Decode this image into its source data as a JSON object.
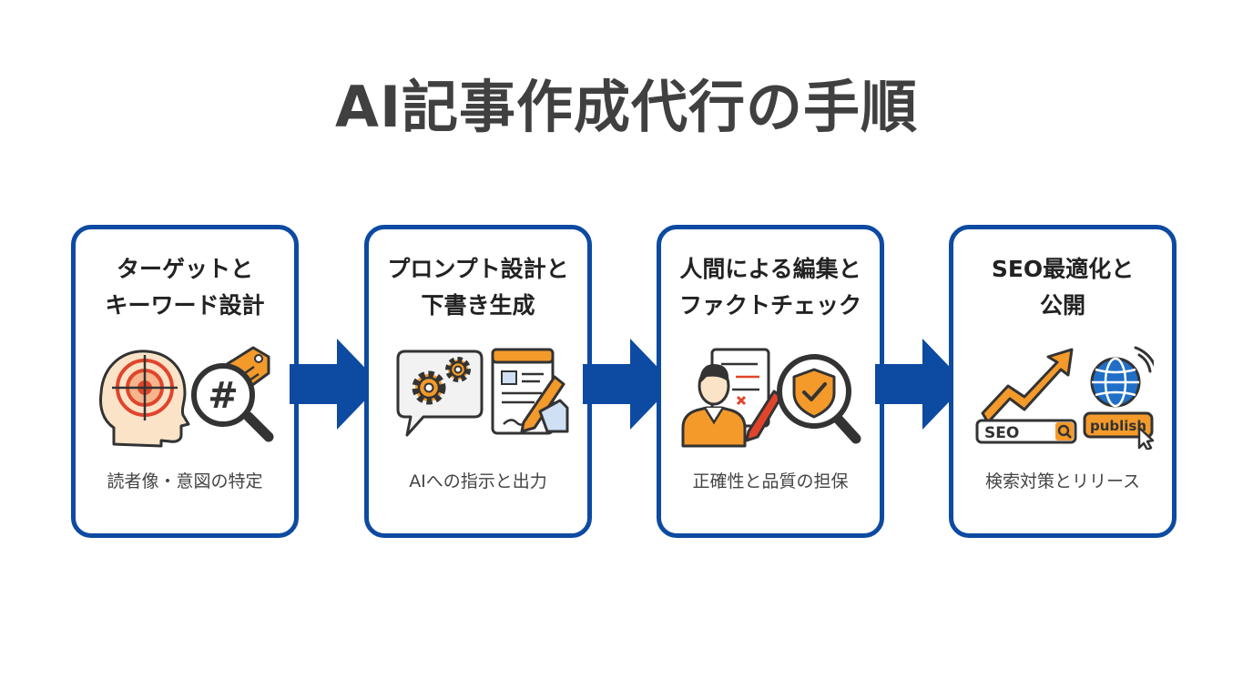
{
  "title": "AI記事作成代行の手順",
  "steps": [
    {
      "title_line1": "ターゲットと",
      "title_line2": "キーワード設計",
      "desc": "読者像・意図の特定"
    },
    {
      "title_line1": "プロンプト設計と",
      "title_line2": "下書き生成",
      "desc": "AIへの指示と出力"
    },
    {
      "title_line1": "人間による編集と",
      "title_line2": "ファクトチェック",
      "desc": "正確性と品質の担保"
    },
    {
      "title_line1": "SEO最適化と",
      "title_line2": "公開",
      "desc": "検索対策とリリース"
    }
  ],
  "icons": {
    "step1": [
      "head-target-icon",
      "hashtag-magnifier-icon"
    ],
    "step2": [
      "gear-speech-bubble-icon",
      "document-pen-icon"
    ],
    "step3": [
      "person-document-icon",
      "shield-check-magnifier-icon"
    ],
    "step4": [
      "growth-arrow-icon",
      "globe-icon",
      "search-bar-icon",
      "cursor-icon"
    ]
  },
  "labels": {
    "seo_bar": "SEO",
    "publish_button": "publish"
  },
  "colors": {
    "border": "#0d4aa1",
    "arrow": "#0d4aa1",
    "accent_orange": "#f39a2b",
    "accent_red": "#e0452b",
    "icon_blue": "#1f6fc8",
    "outline": "#333333"
  }
}
